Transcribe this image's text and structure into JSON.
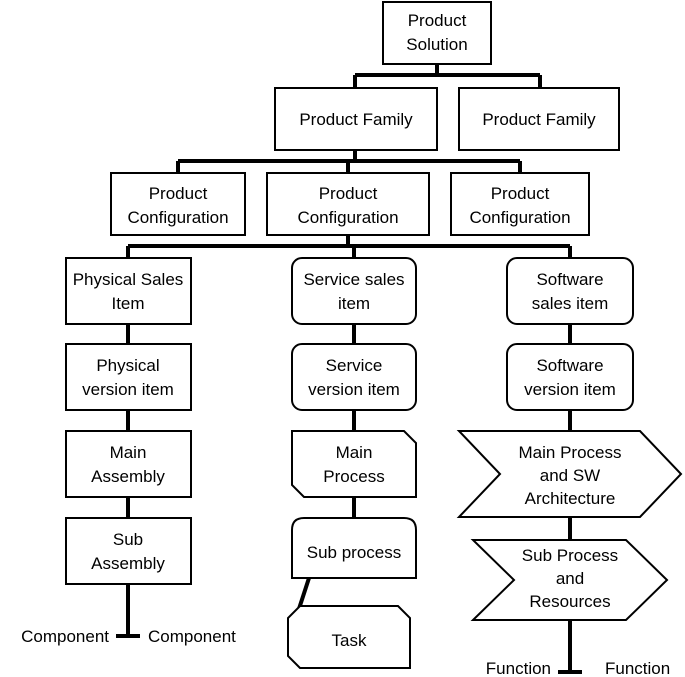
{
  "nodes": {
    "product_solution": [
      "Product",
      "Solution"
    ],
    "product_family_1": [
      "Product Family"
    ],
    "product_family_2": [
      "Product Family"
    ],
    "product_config_1": [
      "Product",
      "Configuration"
    ],
    "product_config_2": [
      "Product",
      "Configuration"
    ],
    "product_config_3": [
      "Product",
      "Configuration"
    ],
    "physical_sales_item": [
      "Physical Sales",
      "Item"
    ],
    "physical_version_item": [
      "Physical",
      "version item"
    ],
    "main_assembly": [
      "Main",
      "Assembly"
    ],
    "sub_assembly": [
      "Sub",
      "Assembly"
    ],
    "service_sales_item": [
      "Service sales",
      "item"
    ],
    "service_version_item": [
      "Service",
      "version item"
    ],
    "main_process": [
      "Main",
      "Process"
    ],
    "sub_process": [
      "Sub process"
    ],
    "task": [
      "Task"
    ],
    "software_sales_item": [
      "Software",
      "sales item"
    ],
    "software_version_item": [
      "Software",
      "version item"
    ],
    "main_process_sw": [
      "Main Process",
      "and SW",
      "Architecture"
    ],
    "sub_process_resources": [
      "Sub Process",
      "and",
      "Resources"
    ]
  },
  "leaves": {
    "component_left": "Component",
    "component_right": "Component",
    "function_left": "Function",
    "function_right": "Function"
  }
}
